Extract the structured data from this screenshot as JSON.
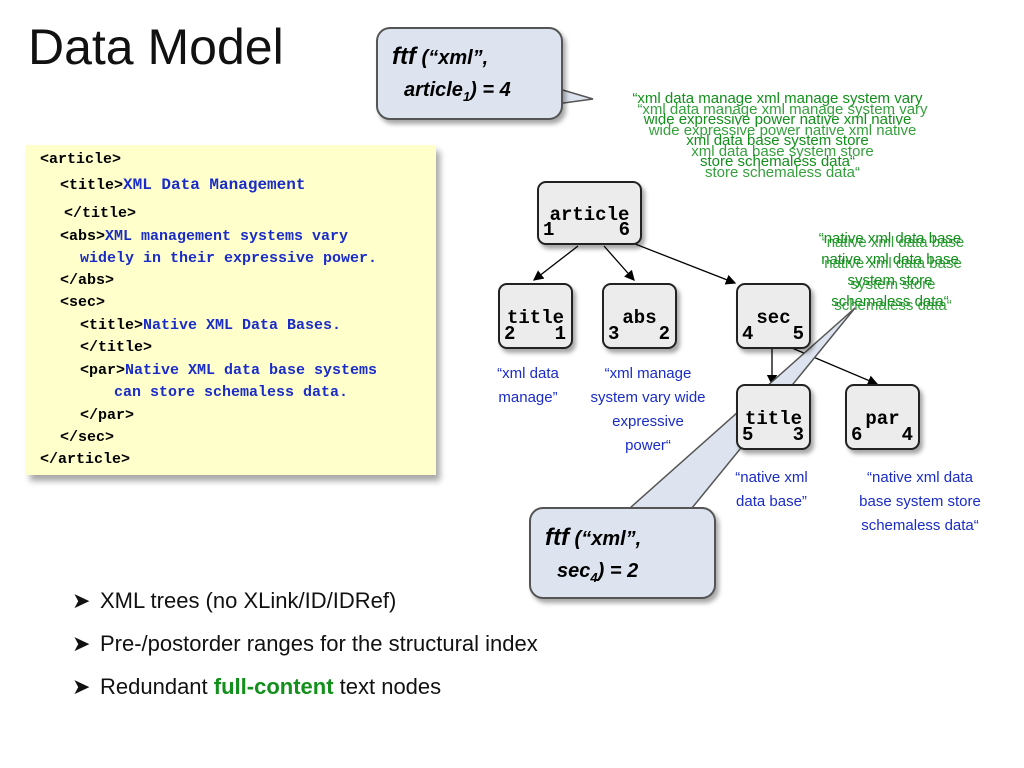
{
  "title": "Data Model",
  "xml_lines": [
    {
      "tag": "<article>",
      "text": ""
    },
    {
      "tag": "<title>",
      "text": "XML Data Management"
    },
    {
      "tag": "</title>",
      "text": ""
    },
    {
      "tag": "<abs>",
      "text": "XML management systems vary"
    },
    {
      "tag": "",
      "text": "widely in their expressive power."
    },
    {
      "tag": "</abs>",
      "text": ""
    },
    {
      "tag": "<sec>",
      "text": ""
    },
    {
      "tag": "<title>",
      "text": "Native XML Data Bases."
    },
    {
      "tag": "</title>",
      "text": ""
    },
    {
      "tag": "<par>",
      "text": "Native XML data base systems"
    },
    {
      "tag": "",
      "text": "can store schemaless data."
    },
    {
      "tag": "</par>",
      "text": ""
    },
    {
      "tag": "</sec>",
      "text": ""
    },
    {
      "tag": "</article>",
      "text": ""
    }
  ],
  "callout_top": {
    "fn": "ftf",
    "args": "(“xml”,",
    "line2": "article",
    "sub": "1",
    "rest": ") = 4"
  },
  "callout_bottom": {
    "fn": "ftf",
    "args": "(“xml”,",
    "line2": "sec",
    "sub": "4",
    "rest": ") = 2"
  },
  "nodes": [
    {
      "name": "article",
      "pre": "1",
      "post": "6"
    },
    {
      "name": "title",
      "pre": "2",
      "post": "1"
    },
    {
      "name": "abs",
      "pre": "3",
      "post": "2"
    },
    {
      "name": "sec",
      "pre": "4",
      "post": "5"
    },
    {
      "name": "title",
      "pre": "5",
      "post": "3"
    },
    {
      "name": "par",
      "pre": "6",
      "post": "4"
    }
  ],
  "fulltext": {
    "title1": [
      "“xml data",
      "manage”"
    ],
    "abs": [
      "“xml manage",
      "system vary wide",
      "expressive",
      "power“"
    ],
    "title2": [
      "“native xml",
      "data base”"
    ],
    "par": [
      "“native xml data",
      "base system store",
      "schemaless data“"
    ]
  },
  "green_article": [
    "“xml data manage xml manage system vary",
    "wide expressive power native xml native",
    "xml data base system store",
    "store schemaless data“"
  ],
  "green_sec": [
    "“native xml data base",
    "native xml data base",
    "system store",
    "schemaless data“"
  ],
  "bullets": [
    {
      "text": "XML trees (no XLink/ID/IDRef)"
    },
    {
      "text": "Pre-/postorder ranges for the structural index"
    },
    {
      "pre": "Redundant ",
      "hl": "full-content",
      "post": " text nodes"
    }
  ]
}
